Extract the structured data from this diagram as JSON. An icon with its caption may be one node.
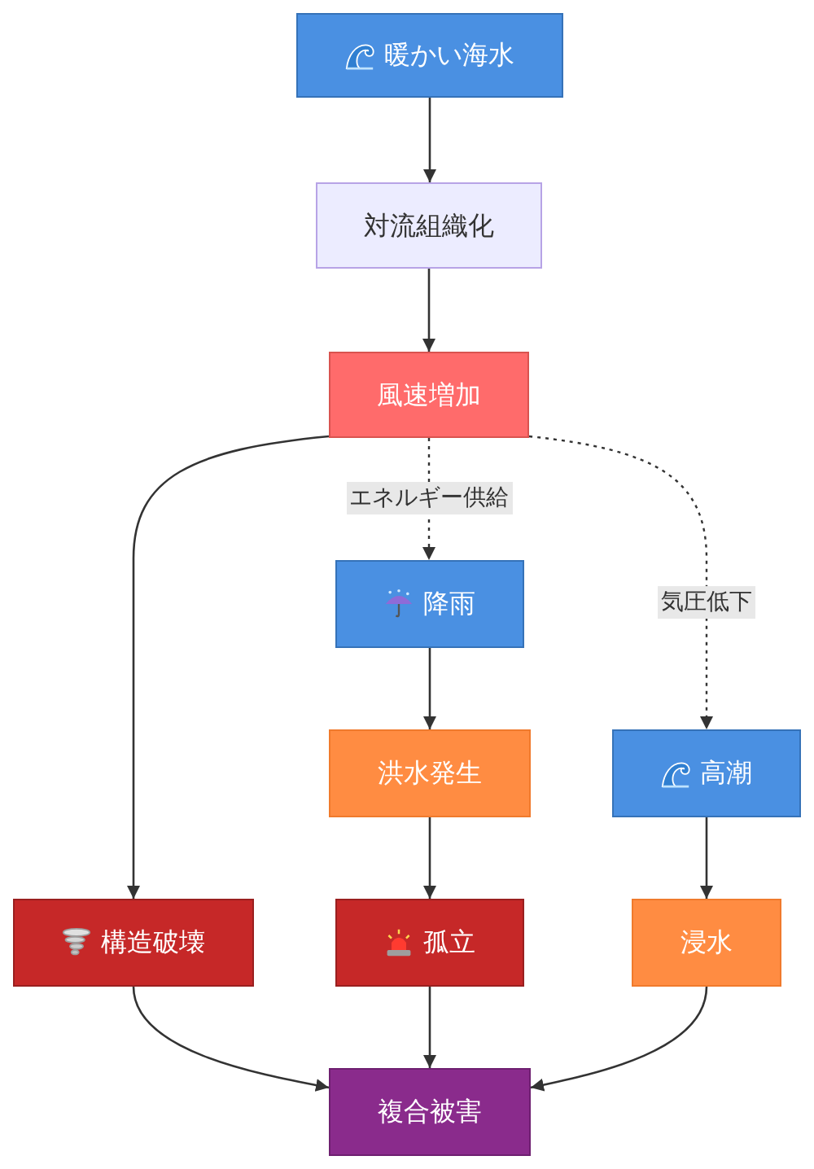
{
  "diagram": {
    "nodes": [
      {
        "text": [
          "暖かい海水"
        ]
      },
      {
        "text": [
          "対流組織化"
        ]
      },
      {
        "text": [
          "風速増加"
        ]
      },
      {
        "text": [
          "降雨"
        ]
      },
      {
        "text": [
          "洪水発生"
        ]
      },
      {
        "text": [
          "高潮"
        ]
      },
      {
        "text": [
          "構造破壊"
        ]
      },
      {
        "text": [
          "孤立"
        ]
      },
      {
        "text": [
          "浸水"
        ]
      },
      {
        "text": [
          "複合被害"
        ]
      }
    ],
    "edges": [
      {
        "from": 0,
        "to": 1,
        "arrow": "to"
      },
      {
        "from": 1,
        "to": 2,
        "arrow": "to"
      },
      {
        "from": 2,
        "to": 3,
        "arrow": "to",
        "label": "エネルギー供給",
        "style": "dashed"
      },
      {
        "from": 2,
        "to": 5,
        "arrow": "to",
        "label": "気圧低下",
        "style": "dashed"
      },
      {
        "from": 2,
        "to": 6,
        "arrow": "to"
      },
      {
        "from": 3,
        "to": 4,
        "arrow": "to"
      },
      {
        "from": 4,
        "to": 7,
        "arrow": "to"
      },
      {
        "from": 5,
        "to": 8,
        "arrow": "to"
      },
      {
        "from": 6,
        "to": 9,
        "arrow": "to"
      },
      {
        "from": 7,
        "to": 9,
        "arrow": "to"
      },
      {
        "from": 8,
        "to": 9,
        "arrow": "to"
      }
    ]
  }
}
